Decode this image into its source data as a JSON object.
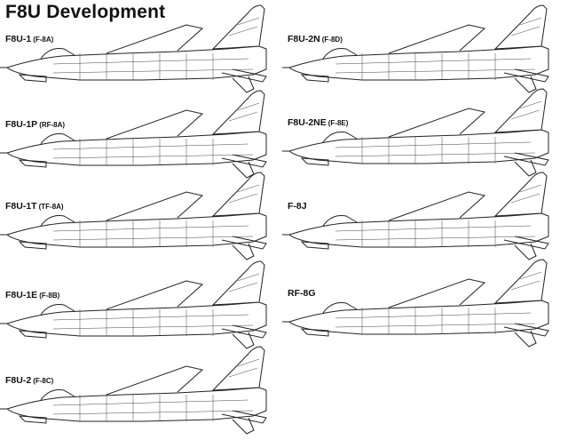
{
  "title": "F8U Development",
  "variants": [
    {
      "name": "F8U-1",
      "designation": "(F-8A)"
    },
    {
      "name": "F8U-1P",
      "designation": "(RF-8A)"
    },
    {
      "name": "F8U-1T",
      "designation": "(TF-8A)"
    },
    {
      "name": "F8U-1E",
      "designation": "(F-8B)"
    },
    {
      "name": "F8U-2",
      "designation": "(F-8C)"
    },
    {
      "name": "F8U-2N",
      "designation": "(F-8D)"
    },
    {
      "name": "F8U-2NE",
      "designation": "(F-8E)"
    },
    {
      "name": "F-8J",
      "designation": ""
    },
    {
      "name": "RF-8G",
      "designation": ""
    }
  ]
}
